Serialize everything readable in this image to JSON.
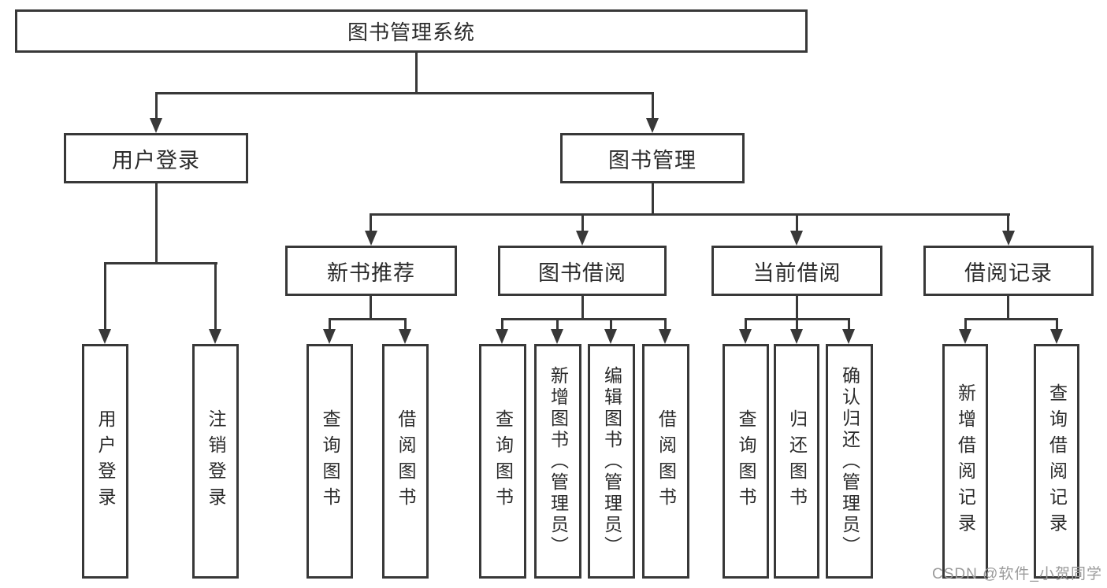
{
  "diagram": {
    "type": "hierarchy-tree",
    "root": {
      "label": "图书管理系统",
      "children": [
        {
          "label": "用户登录",
          "children": [
            {
              "label": "用户登录"
            },
            {
              "label": "注销登录"
            }
          ]
        },
        {
          "label": "图书管理",
          "children": [
            {
              "label": "新书推荐",
              "children": [
                {
                  "label": "查询图书"
                },
                {
                  "label": "借阅图书"
                }
              ]
            },
            {
              "label": "图书借阅",
              "children": [
                {
                  "label": "查询图书"
                },
                {
                  "label": "新增图书（管理员）"
                },
                {
                  "label": "编辑图书（管理员）"
                },
                {
                  "label": "借阅图书"
                }
              ]
            },
            {
              "label": "当前借阅",
              "children": [
                {
                  "label": "查询图书"
                },
                {
                  "label": "归还图书"
                },
                {
                  "label": "确认归还（管理员）"
                }
              ]
            },
            {
              "label": "借阅记录",
              "children": [
                {
                  "label": "新增借阅记录"
                },
                {
                  "label": "查询借阅记录"
                }
              ]
            }
          ]
        }
      ]
    }
  },
  "watermark": {
    "text": "CSDN @软件_小贺同学"
  },
  "colors": {
    "background": "#ffffff",
    "line": "#383838",
    "box_border": "#383838",
    "box_fill": "#ffffff",
    "text": "#2b2b2b",
    "watermark": "#9b9b9b"
  }
}
